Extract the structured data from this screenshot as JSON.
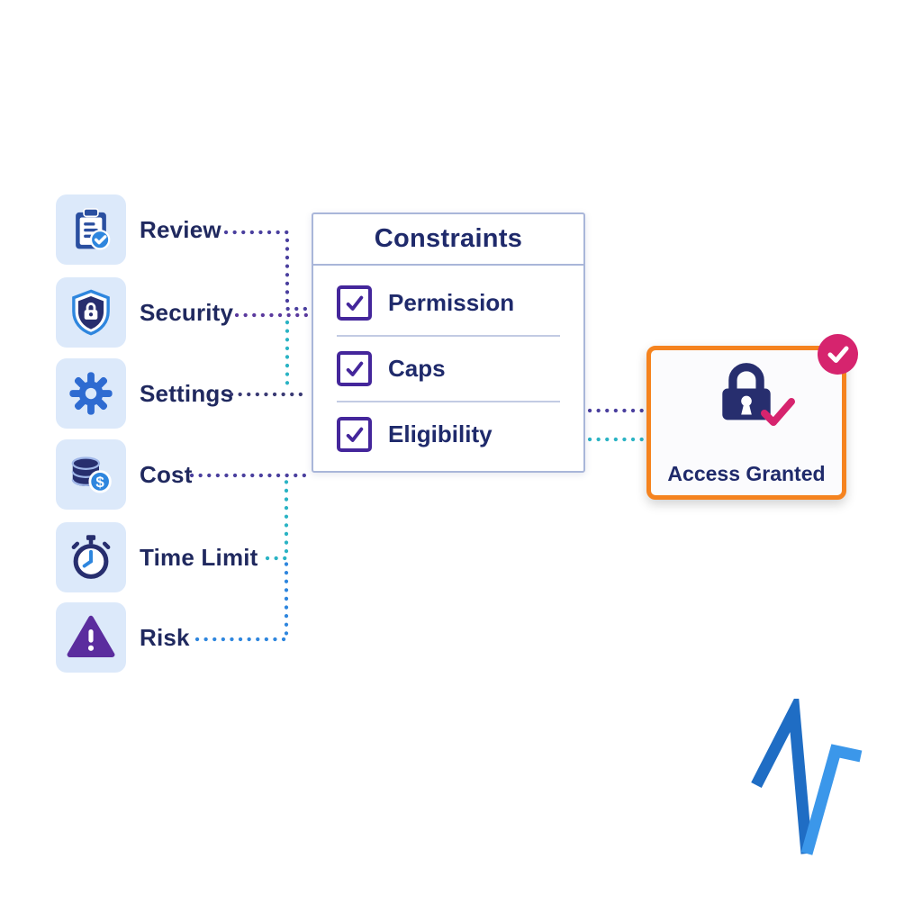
{
  "left_items": [
    {
      "label": "Review",
      "icon": "clipboard-check-icon"
    },
    {
      "label": "Security",
      "icon": "shield-lock-icon"
    },
    {
      "label": "Settings",
      "icon": "gear-icon"
    },
    {
      "label": "Cost",
      "icon": "coins-dollar-icon"
    },
    {
      "label": "Time Limit",
      "icon": "stopwatch-icon"
    },
    {
      "label": "Risk",
      "icon": "warning-triangle-icon"
    }
  ],
  "constraints_panel": {
    "title": "Constraints",
    "items": [
      {
        "label": "Permission",
        "checked": true
      },
      {
        "label": "Caps",
        "checked": true
      },
      {
        "label": "Eligibility",
        "checked": true
      }
    ]
  },
  "result_panel": {
    "label": "Access Granted",
    "icon": "padlock-icon",
    "badge_icon": "check-badge-icon"
  },
  "colors": {
    "accent_orange": "#f5831f",
    "accent_pink": "#d6246e",
    "checkbox_purple": "#44269b",
    "navy": "#272e6e",
    "text_navy": "#20295f",
    "icon_bg": "#dce9fa",
    "panel_border": "#a9b6d9",
    "line_purple": "#4a3f9e",
    "line_violet": "#5b3a9e",
    "line_navy": "#3a3a74",
    "line_teal": "#2ab3c4",
    "line_blue": "#2e86de",
    "logo_blue_dark": "#1f6dc4",
    "logo_blue_light": "#3b97ea"
  }
}
